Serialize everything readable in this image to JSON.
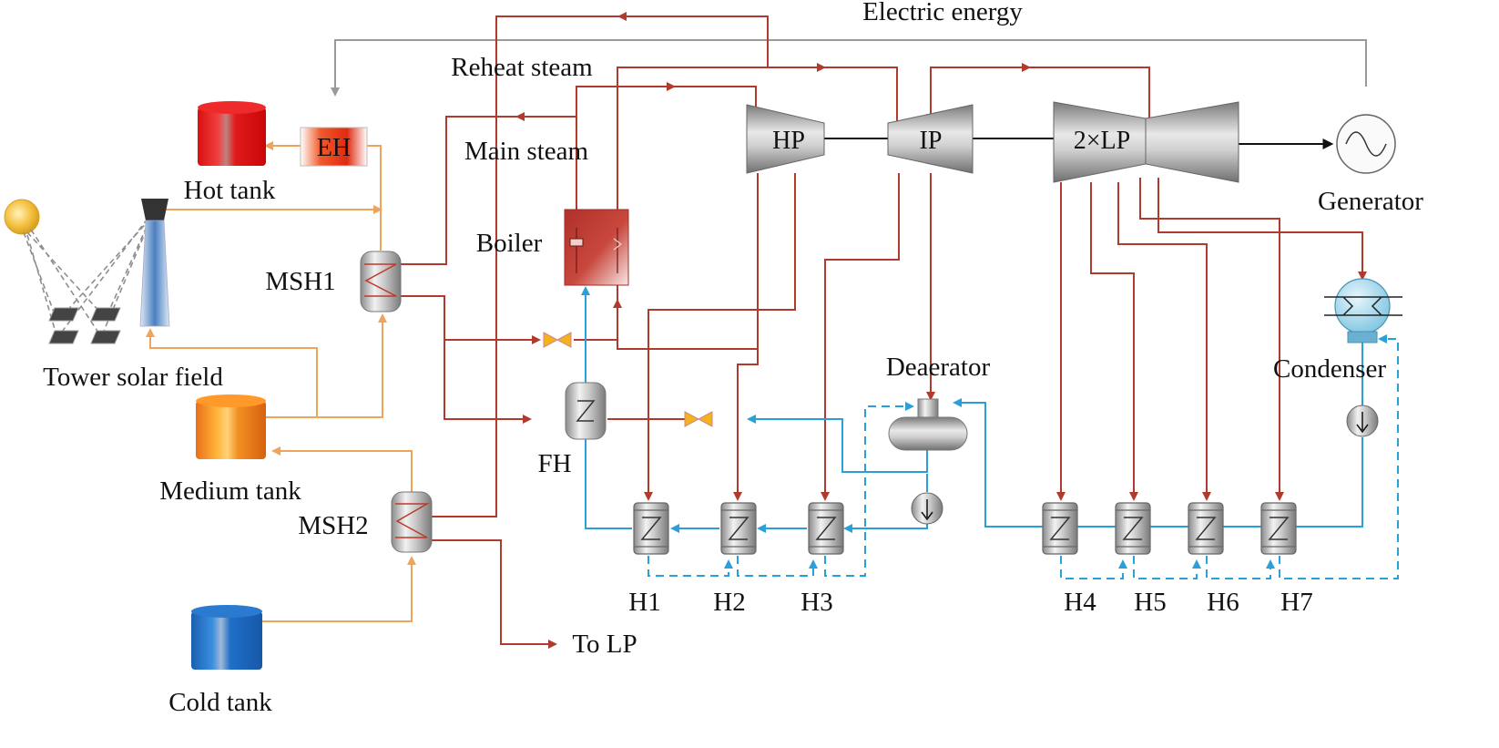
{
  "labels": {
    "electric_energy": "Electric energy",
    "reheat_steam": "Reheat steam",
    "main_steam": "Main steam",
    "hot_tank": "Hot tank",
    "medium_tank": "Medium tank",
    "cold_tank": "Cold tank",
    "tower_solar_field": "Tower solar field",
    "msh1": "MSH1",
    "msh2": "MSH2",
    "boiler": "Boiler",
    "fh": "FH",
    "deaerator": "Deaerator",
    "condenser": "Condenser",
    "generator": "Generator",
    "to_lp": "To LP",
    "eh": "EH",
    "hp": "HP",
    "ip": "IP",
    "lp": "2×LP",
    "heaters": [
      "H1",
      "H2",
      "H3",
      "H4",
      "H5",
      "H6",
      "H7"
    ]
  },
  "colors": {
    "steam": "#b03a2e",
    "feedwater": "#2aa0d8",
    "molten_salt": "#f0a35c",
    "electricity": "#9a9a9a",
    "hot_tank": "#e01a1a",
    "medium_tank": "#f07f1a",
    "cold_tank": "#1a6fc4"
  }
}
